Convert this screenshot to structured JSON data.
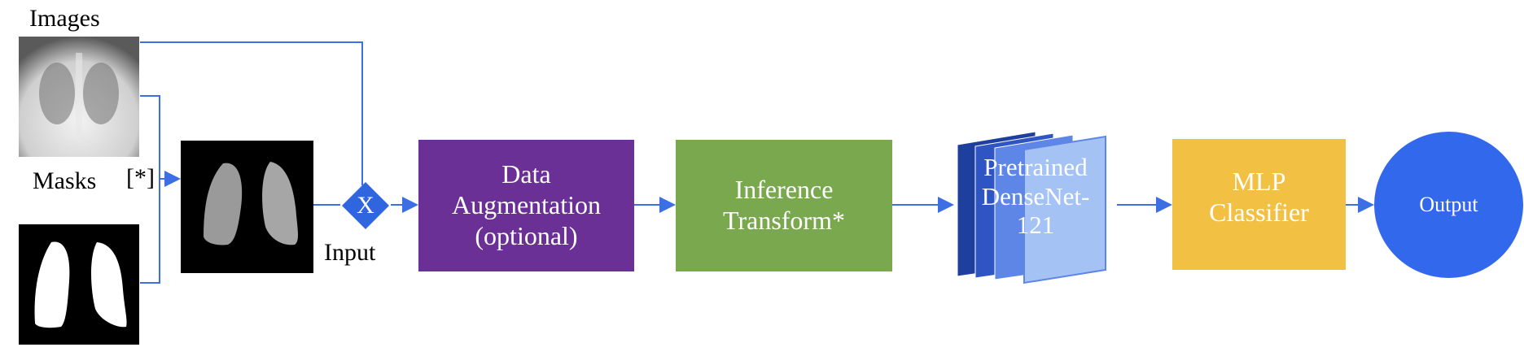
{
  "labels": {
    "images": "Images",
    "masks": "Masks",
    "mask_marker": "[*]",
    "input": "Input",
    "multiply": "X"
  },
  "blocks": {
    "augmentation": [
      "Data",
      "Augmentation",
      "(optional)"
    ],
    "inference": [
      "Inference",
      "Transform*"
    ],
    "densenet": [
      "Pretrained",
      "DenseNet-",
      "121"
    ],
    "mlp": [
      "MLP",
      "Classifier"
    ],
    "output": "Output"
  },
  "colors": {
    "wire": "#3b6fe3",
    "augmentation": "#6a3095",
    "inference": "#7aa84f",
    "mlp": "#f2c042",
    "output": "#3268ec",
    "densenet_layers": [
      "#1f3f9e",
      "#2f55c4",
      "#5d86e6",
      "#a4c2f4"
    ]
  },
  "icons": {
    "xray": "chest-xray-image",
    "mask": "lung-mask-image",
    "masked": "masked-lung-image",
    "multiply": "multiply-diamond-icon"
  }
}
